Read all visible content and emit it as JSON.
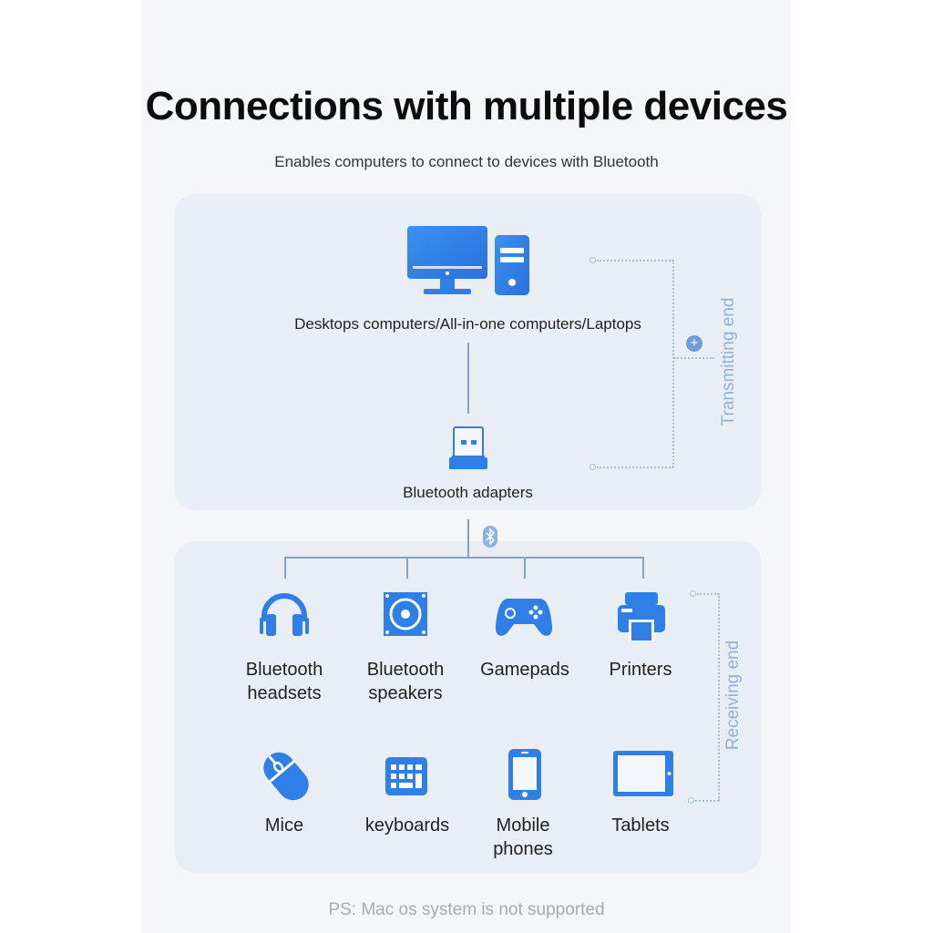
{
  "title": "Connections with multiple devices",
  "subtitle": "Enables computers to connect to devices with Bluetooth",
  "transmitting": {
    "computers_label": "Desktops computers/All-in-one computers/Laptops",
    "adapter_label": "Bluetooth adapters",
    "side_label": "Transmitting end"
  },
  "receiving": {
    "side_label": "Receiving end",
    "devices": [
      {
        "label": "Bluetooth headsets",
        "icon": "headset-icon"
      },
      {
        "label": "Bluetooth speakers",
        "icon": "speaker-icon"
      },
      {
        "label": "Gamepads",
        "icon": "gamepad-icon"
      },
      {
        "label": "Printers",
        "icon": "printer-icon"
      },
      {
        "label": "Mice",
        "icon": "mouse-icon"
      },
      {
        "label": "keyboards",
        "icon": "keyboard-icon"
      },
      {
        "label": "Mobile phones",
        "icon": "phone-icon"
      },
      {
        "label": "Tablets",
        "icon": "tablet-icon"
      }
    ]
  },
  "footnote": "PS:  Mac os system is not supported",
  "colors": {
    "icon": "#2f7fe6",
    "line": "#7ea3cf"
  }
}
